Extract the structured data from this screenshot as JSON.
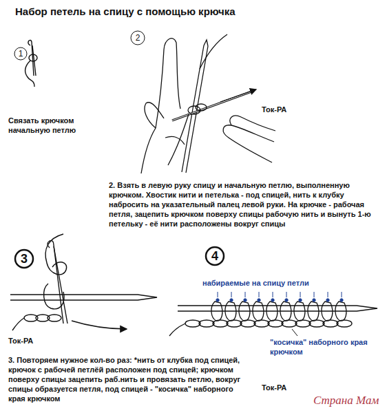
{
  "diagram": {
    "title": "Набор петель на спицу с помощью крючка",
    "labels": [
      "1",
      "Связать крючком начальную петлю",
      "2",
      "Ток-РА",
      "2. Взять в левую руку спицу и начальную петлю, выполненную крючком. Хвостик нити и петелька - под спицей, нить к клубку набросить на указательный палец левой руки. На крючке - рабочая петля, зацепить крючком поверху спицы рабочую нить и вынуть 1-ю петельку - её нити расположены вокруг спицы",
      "3",
      "Ток-РА",
      "3. Повторяем нужное кол-во раз: *нить от клубка под спицей, крючок с рабочей петлёй расположен под спицей; крючком поверху спицы зацепить раб.нить и провязать петлю, вокруг спицы образуется петля, под спицей - \"косичка\" наборного края крючком",
      "4",
      "набираемые на спицу петли",
      "\"косичка\" наборного края крючком",
      "Ток-РА",
      "Страна Мам"
    ]
  }
}
